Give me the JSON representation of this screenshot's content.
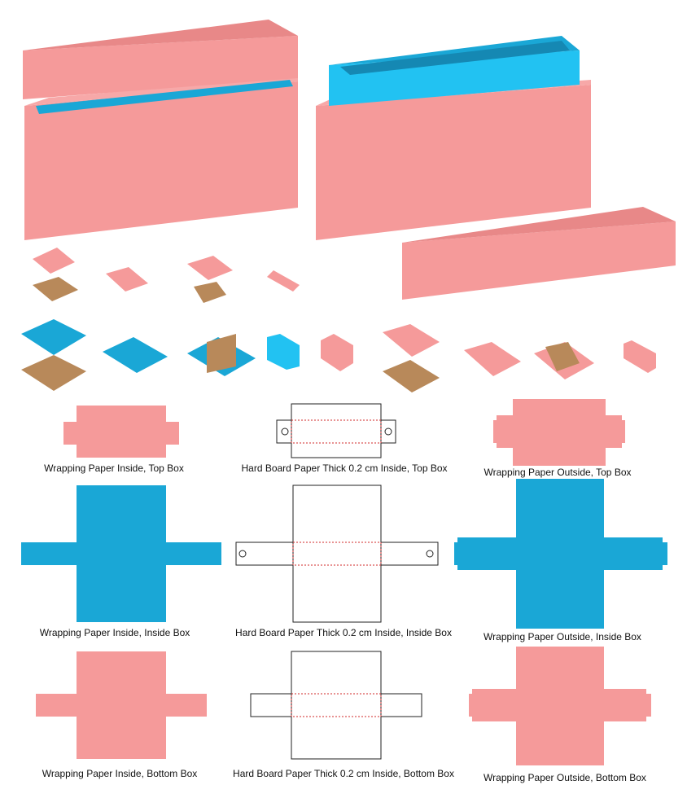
{
  "colors": {
    "pink": "#f59a9a",
    "pink_dark": "#e88888",
    "pink_light": "#f7a8a8",
    "blue": "#1aa7d6",
    "blue_light": "#22c2f2",
    "blue_dark": "#1588b3",
    "kraft": "#b8895a",
    "kraft_dark": "#9a6f44",
    "dieline": "#222222",
    "fold_line": "#d22a2a"
  },
  "captions": {
    "wrap_in_top": "Wrapping Paper Inside, Top Box",
    "board_top": "Hard Board Paper Thick 0.2 cm Inside, Top Box",
    "wrap_out_top": "Wrapping Paper Outside, Top Box",
    "wrap_in_inside": "Wrapping Paper Inside, Inside Box",
    "board_inside": "Hard Board Paper Thick 0.2 cm Inside, Inside Box",
    "wrap_out_inside": "Wrapping Paper Outside, Inside Box",
    "wrap_in_bottom": "Wrapping Paper Inside, Bottom Box",
    "board_bottom": "Hard Board Paper Thick 0.2 cm Inside, Bottom Box",
    "wrap_out_bottom": "Wrapping Paper Outside, Bottom Box"
  }
}
